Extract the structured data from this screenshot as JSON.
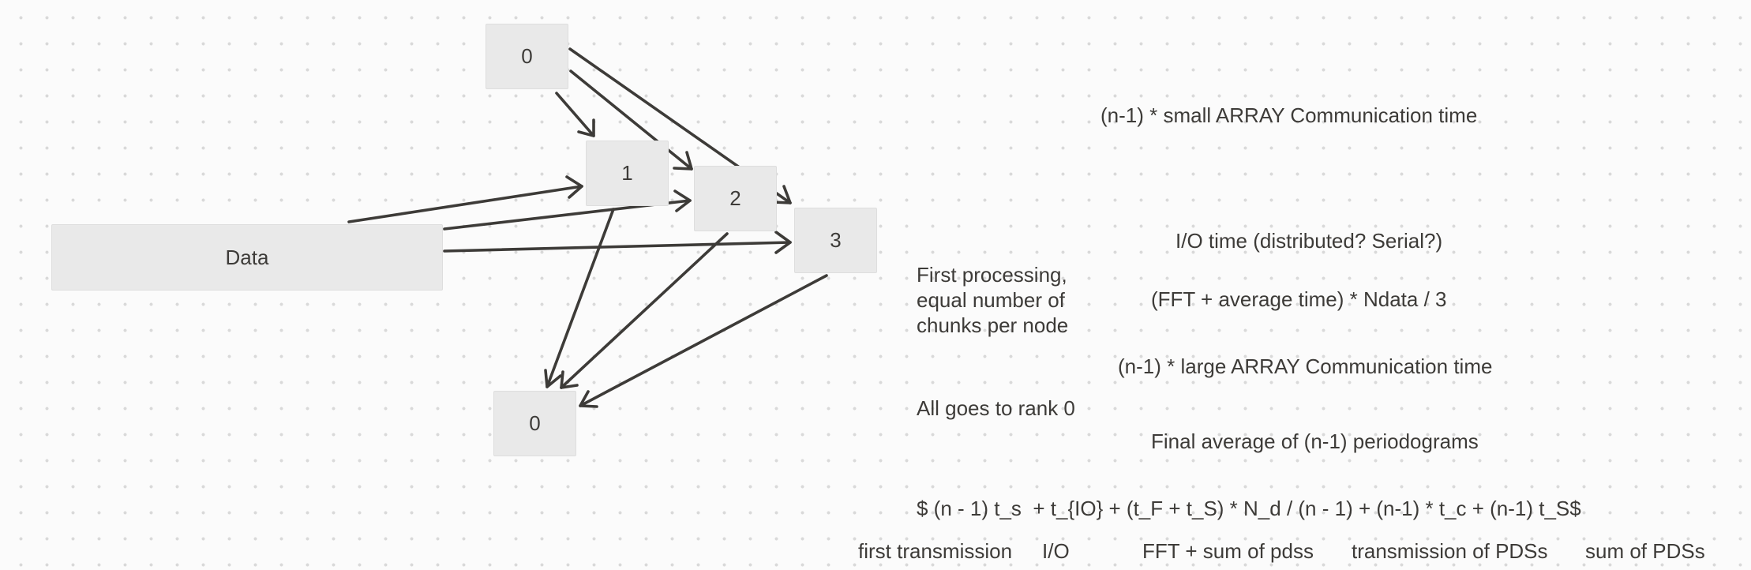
{
  "nodes": {
    "top_zero": "0",
    "one": "1",
    "two": "2",
    "three": "3",
    "data": "Data",
    "bottom_zero": "0"
  },
  "annotations": {
    "small_array": "(n-1) * small ARRAY Communication time",
    "io_time": "I/O time (distributed? Serial?)",
    "first_processing": "First processing,\nequal number of\nchunks per node",
    "fft_time": "(FFT + average time) * Ndata / 3",
    "large_array": "(n-1) * large ARRAY Communication time",
    "all_rank0": "All goes to rank 0",
    "final_average": "Final average of (n-1) periodograms",
    "formula": "$ (n - 1) t_s  + t_{IO} + (t_F + t_S) * N_d / (n - 1) + (n-1) * t_c + (n-1) t_S$"
  },
  "legend": {
    "first_transmission": "first transmission",
    "io": "I/O",
    "fft_sum": "FFT + sum of pdss",
    "transmission_pdss": "transmission of PDSs",
    "sum_pdss": "sum of PDSs"
  },
  "colors": {
    "background": "#fbfbfb",
    "node_fill": "#e9e9e9",
    "arrow": "#3d3b38",
    "text": "#3d3b38"
  }
}
